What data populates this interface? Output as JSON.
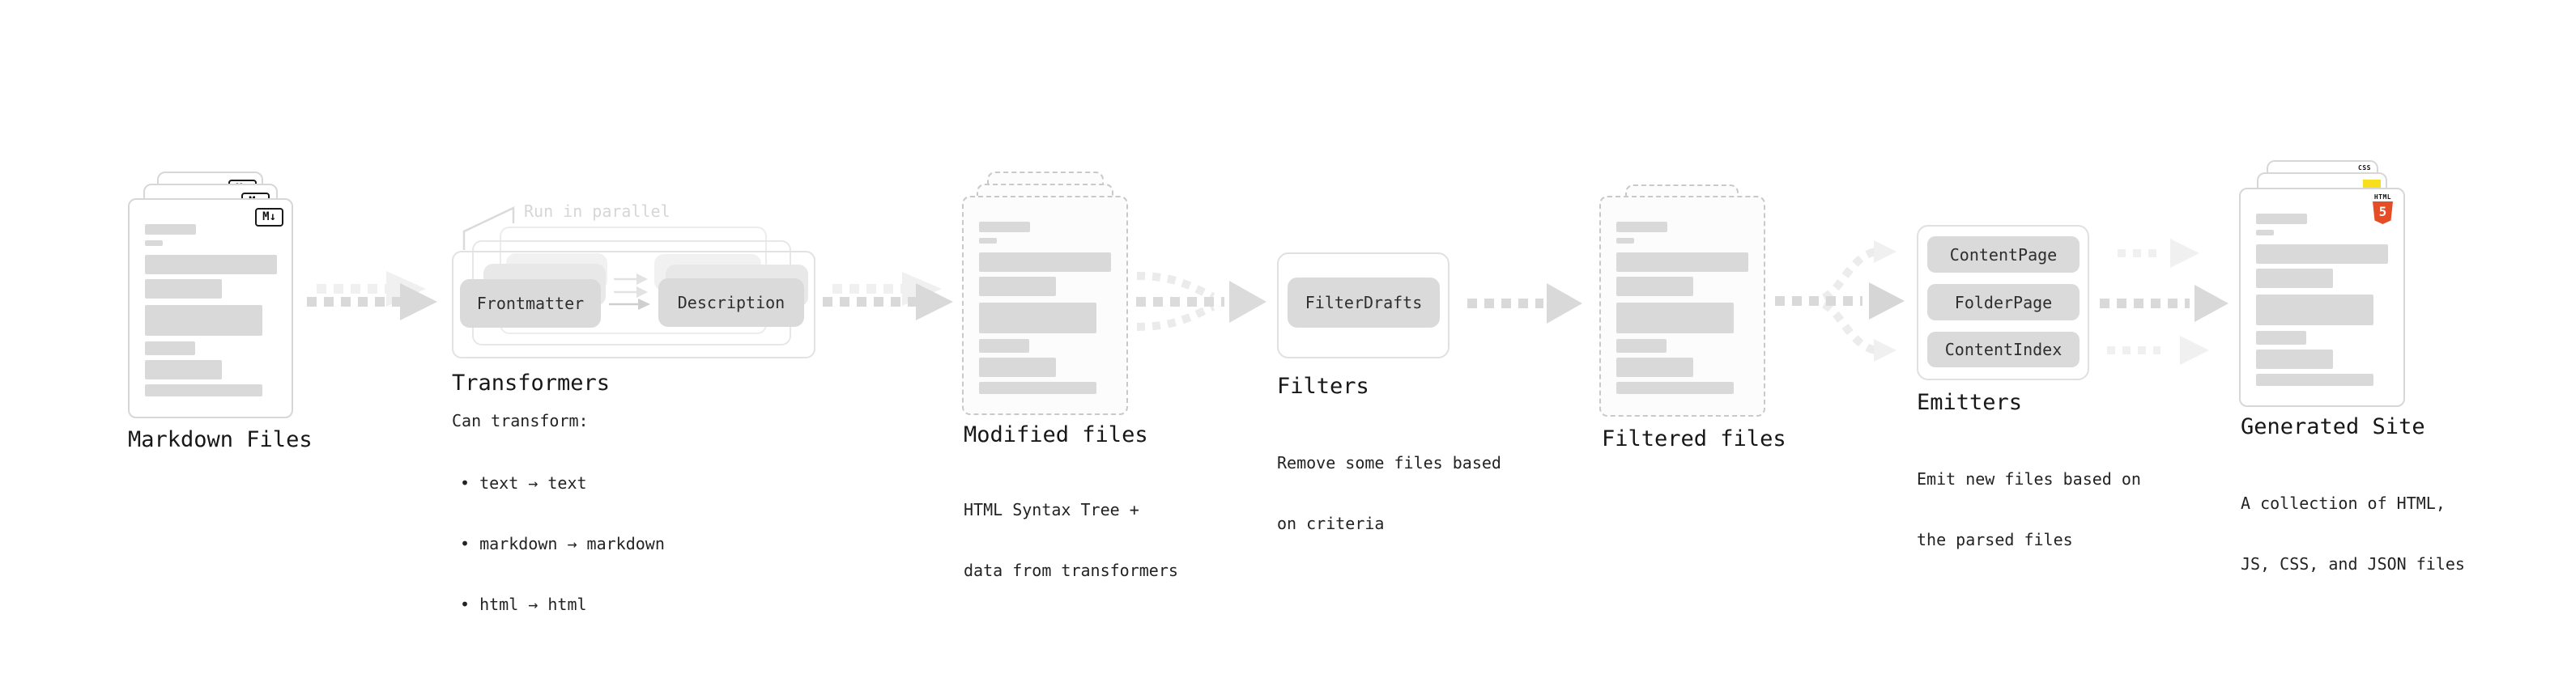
{
  "stages": {
    "markdown": {
      "label": "Markdown Files"
    },
    "transformers": {
      "label": "Transformers",
      "note": "Run in parallel",
      "button_left": "Frontmatter",
      "button_right": "Description",
      "desc_title": "Can transform:",
      "bullets": [
        "• text → text",
        "• markdown → markdown",
        "• html → html"
      ]
    },
    "modified": {
      "label": "Modified files",
      "desc": [
        "HTML Syntax Tree +",
        "data from transformers"
      ]
    },
    "filters": {
      "label": "Filters",
      "button": "FilterDrafts",
      "desc": [
        "Remove some files based",
        "on criteria"
      ]
    },
    "filtered": {
      "label": "Filtered files"
    },
    "emitters": {
      "label": "Emitters",
      "buttons": [
        "ContentPage",
        "FolderPage",
        "ContentIndex"
      ],
      "desc": [
        "Emit new files based on",
        "the parsed files"
      ]
    },
    "generated": {
      "label": "Generated Site",
      "desc": [
        "A collection of HTML,",
        "JS, CSS, and JSON files"
      ]
    }
  },
  "badges": {
    "markdown": "M↓",
    "html_word": "HTML",
    "html_number": "5",
    "css": "CSS"
  },
  "colors": {
    "html5_orange": "#e44d26",
    "js_yellow": "#f7df1e",
    "css_blue": "#2965f1",
    "placeholder_gray": "#d9d9d9",
    "arrow_gray": "#d9d9d9",
    "arrow_light_gray": "#f0f0f0"
  }
}
